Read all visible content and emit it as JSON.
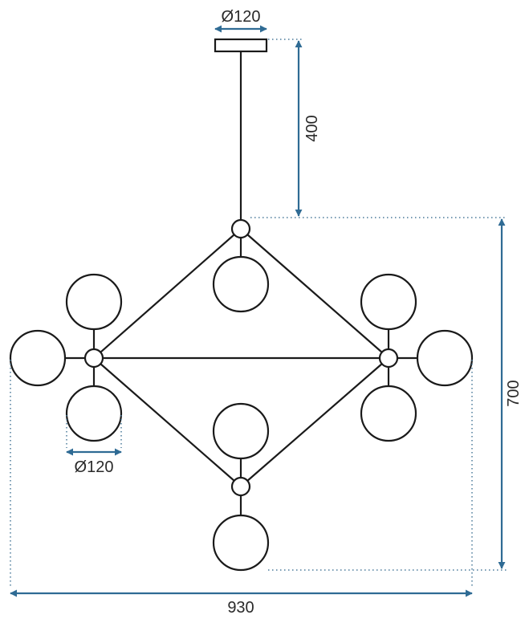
{
  "dimensions": {
    "canopy_diameter": "Ø120",
    "drop_length": "400",
    "body_height": "700",
    "body_width": "930",
    "globe_diameter": "Ø120"
  },
  "colors": {
    "line": "#1a1a1a",
    "dimension_arrow": "#2f6b94",
    "dotted_guide": "#4a7a9a"
  }
}
